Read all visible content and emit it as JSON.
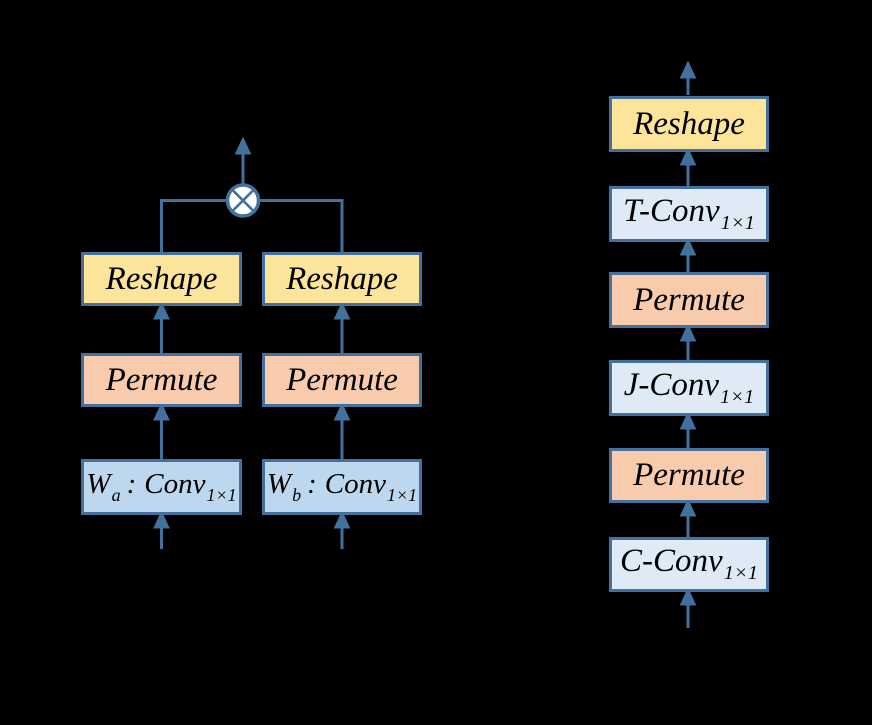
{
  "canvas": {
    "background": "#000000"
  },
  "colors": {
    "box_border": "#41719C",
    "connector": "#41719C",
    "reshape_fill": "#FCE49B",
    "permute_fill": "#F8CBAD",
    "conv_fill_left": "#BDD7EE",
    "conv_fill_right": "#DEEBF7",
    "operator_fill": "#FFFFFF",
    "text": "#000000"
  },
  "left_diagram": {
    "operator": {
      "name": "element-wise-multiply",
      "symbol": "⊗"
    },
    "branch_a": {
      "reshape_label": "Reshape",
      "permute_label": "Permute",
      "conv": {
        "weight": "W",
        "weight_sub": "a",
        "colon": ":",
        "base": "Conv",
        "sub": "1×1"
      }
    },
    "branch_b": {
      "reshape_label": "Reshape",
      "permute_label": "Permute",
      "conv": {
        "weight": "W",
        "weight_sub": "b",
        "colon": ":",
        "base": "Conv",
        "sub": "1×1"
      }
    }
  },
  "right_diagram": {
    "reshape_label": "Reshape",
    "t_conv": {
      "base": "T-Conv",
      "sub": "1×1"
    },
    "permute_upper_label": "Permute",
    "j_conv": {
      "base": "J-Conv",
      "sub": "1×1"
    },
    "permute_lower_label": "Permute",
    "c_conv": {
      "base": "C-Conv",
      "sub": "1×1"
    }
  }
}
